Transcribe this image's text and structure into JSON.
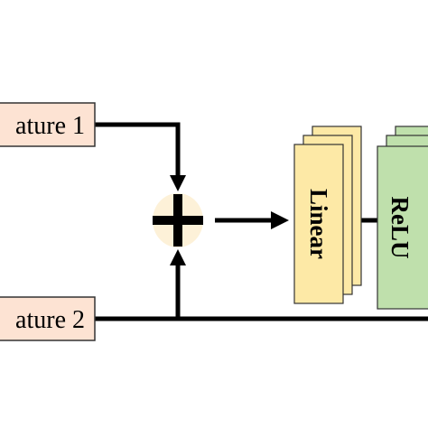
{
  "diagram": {
    "feature1_label": "ature 1",
    "feature2_label": "ature 2",
    "linear_label": "Linear",
    "relu_label": "ReLU",
    "colors": {
      "feature_box_fill": "#fde3d3",
      "feature_box_stroke": "#333333",
      "add_node_fill": "#fdf1d8",
      "linear_fill": "#fde9a6",
      "relu_fill": "#bfe0ac",
      "line": "#000000"
    },
    "icons": {
      "add_node": "plus-icon"
    }
  }
}
